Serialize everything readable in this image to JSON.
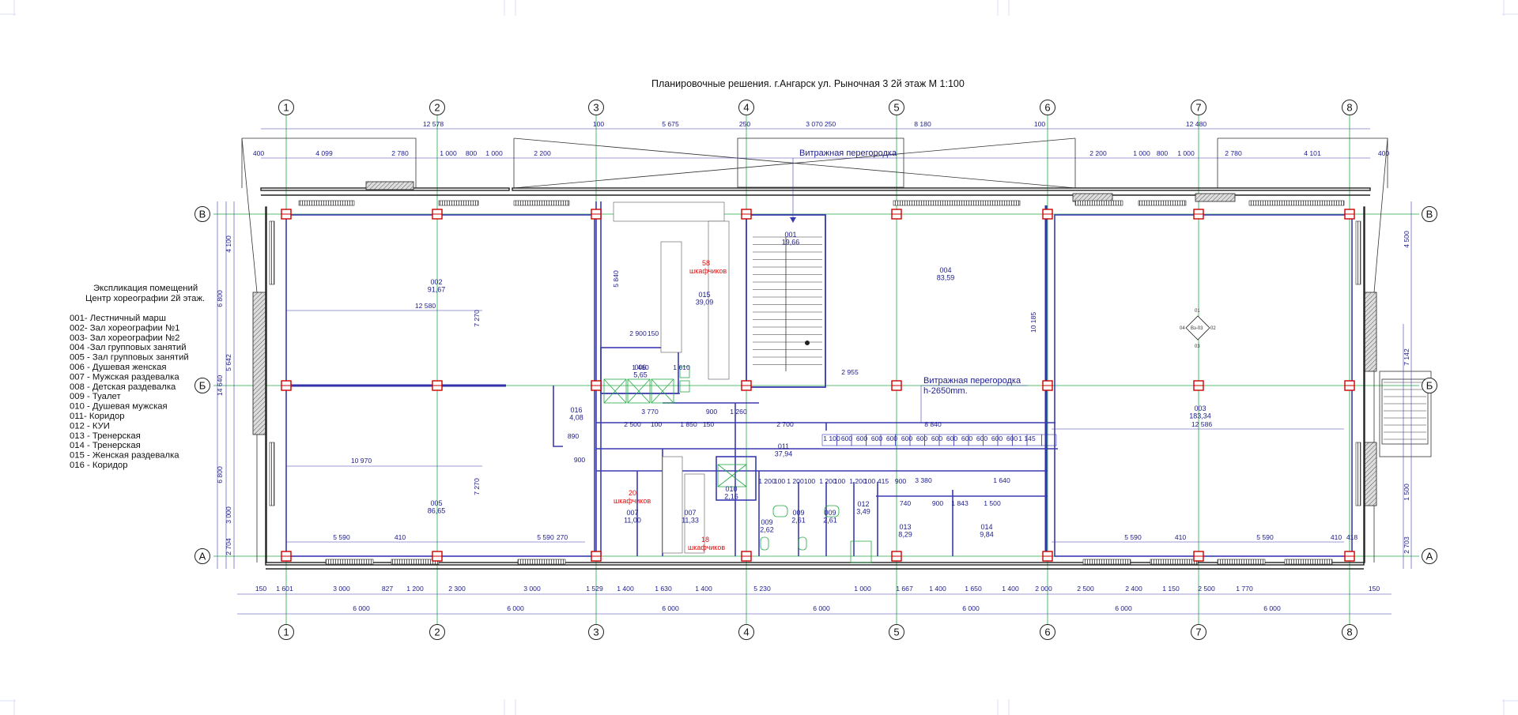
{
  "drawing": {
    "title": "Планировочные решения. г.Ангарск ул. Рыночная 3  2й этаж М 1:100",
    "legend_title_1": "Экспликация помещений",
    "legend_title_2": "Центр хореографии 2й этаж.",
    "legend_items": [
      "001- Лестничный марш",
      "002- Зал хореографии №1",
      "003- Зал хореографии №2",
      "004 -Зал групповых занятий",
      "005 - Зал групповых занятий",
      "006 - Душевая женская",
      "007 - Мужская раздевалка",
      "008 - Детская раздевалка",
      "009 - Туалет",
      "010 - Душевая мужская",
      "011- Коридор",
      "012 - КУИ",
      "013 - Тренерская",
      "014 - Тренерская",
      "015 - Женская раздевалка",
      "016 - Коридор"
    ],
    "notes": {
      "vitrage_top": "Витражная перегородка",
      "vitrage_mid": "Витражная перегородка",
      "vitrage_height": "h-2650mm.",
      "lockers_58": "58",
      "lockers_20": "20",
      "lockers_18": "18",
      "lockers_word": "шкафчиков"
    },
    "axes_numbers": [
      "1",
      "2",
      "3",
      "4",
      "5",
      "6",
      "7",
      "8"
    ],
    "axes_letters": [
      "В",
      "Б",
      "А"
    ],
    "rooms": [
      {
        "num": "001",
        "area": "19,66"
      },
      {
        "num": "002",
        "area": "91,67"
      },
      {
        "num": "003",
        "area": "183,34"
      },
      {
        "num": "004",
        "area": "83,59"
      },
      {
        "num": "005",
        "area": "86,65"
      },
      {
        "num": "006",
        "area": "5,65"
      },
      {
        "num": "007",
        "area": "11,00"
      },
      {
        "num": "007",
        "area": "11,33"
      },
      {
        "num": "009",
        "area": "2,62"
      },
      {
        "num": "009",
        "area": "2,61"
      },
      {
        "num": "009",
        "area": "2,61"
      },
      {
        "num": "010",
        "area": "2,16"
      },
      {
        "num": "011",
        "area": "37,94"
      },
      {
        "num": "012",
        "area": "3,49"
      },
      {
        "num": "013",
        "area": "8,29"
      },
      {
        "num": "014",
        "area": "9,84"
      },
      {
        "num": "015",
        "area": "39,09"
      },
      {
        "num": "016",
        "area": "4,08"
      }
    ],
    "dims_top1": [
      "12 578",
      "100",
      "5 675",
      "250",
      "3 070",
      "250",
      "8 180",
      "100",
      "12 480"
    ],
    "dims_top2": [
      "400",
      "4 099",
      "2 780",
      "1 000",
      "800",
      "1 000",
      "2 200",
      "2 200",
      "1 000",
      "800",
      "1 000",
      "2 780",
      "4 101",
      "400"
    ],
    "dims_bottom1": [
      "150",
      "1 601",
      "3 000",
      "827",
      "1 200",
      "2 300",
      "3 000",
      "1 529",
      "1 400",
      "1 630",
      "1 400",
      "5 230",
      "1 000",
      "1 667",
      "1 400",
      "1 650",
      "1 400",
      "2 000",
      "2 500",
      "2 400",
      "1 150",
      "2 500",
      "1 770",
      "150"
    ],
    "dims_bottom2": [
      "6 000",
      "6 000",
      "6 000",
      "6 000",
      "6 000",
      "6 000",
      "6 000"
    ],
    "dims_left": [
      "4 100",
      "6 800",
      "5 642",
      "14 640",
      "6 800",
      "3 000",
      "2 704"
    ],
    "dims_right": [
      "4 500",
      "7 142",
      "1 500",
      "2 703"
    ],
    "dims_inner": [
      "12 580",
      "7 270",
      "7 270",
      "10 970",
      "5 590",
      "410",
      "5 590",
      "5 590",
      "410",
      "5 590",
      "410",
      "10 185",
      "12 586",
      "8 840",
      "5 840",
      "2 900",
      "150",
      "2 500",
      "100",
      "1 850",
      "150",
      "2 700",
      "3 770",
      "900",
      "1 260",
      "1 460",
      "1 610",
      "2 955",
      "3 380",
      "1 640",
      "740",
      "900",
      "1 843",
      "1 500",
      "900",
      "890",
      "270",
      "418"
    ],
    "dims_corridor": [
      "1 100",
      "600",
      "600",
      "600",
      "600",
      "600",
      "600",
      "600",
      "600",
      "600",
      "600",
      "600",
      "600",
      "1 145"
    ],
    "dims_wc": [
      "1 200",
      "100",
      "1 200",
      "100",
      "1 200",
      "100",
      "1 200",
      "100",
      "415",
      "900"
    ],
    "vbadge": {
      "top": "01",
      "mid": "04",
      "mid2": "Вз-03",
      "right": "02",
      "bottom": "03"
    }
  }
}
